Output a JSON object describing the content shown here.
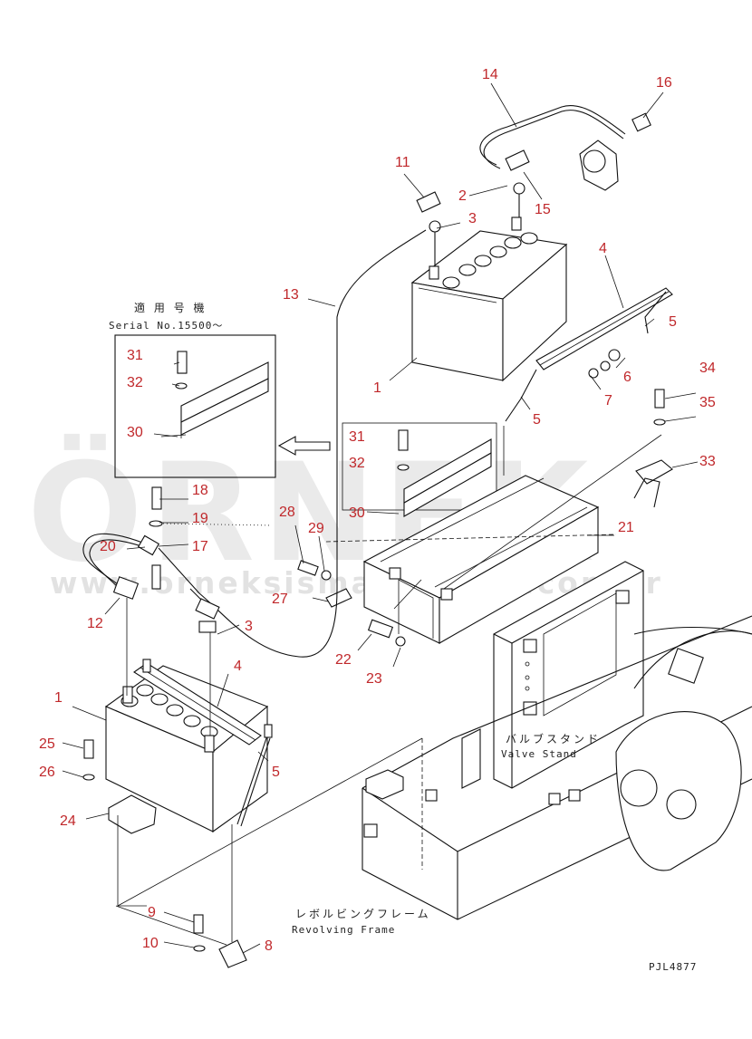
{
  "watermark": {
    "brand": "ÖRNEK",
    "url": "www.orneksismakinalari.com.tr",
    "accent_color": "#f2c94c"
  },
  "inset": {
    "heading_jp": "適 用 号 機",
    "serial": "Serial No.15500～"
  },
  "labels": {
    "valve_stand_jp": "バルブスタンド",
    "valve_stand_en": "Valve Stand",
    "revolving_frame_jp": "レボルビングフレーム",
    "revolving_frame_en": "Revolving Frame",
    "drawing_code": "PJL4877"
  },
  "callouts": {
    "c14": "14",
    "c16": "16",
    "c11": "11",
    "c2": "2",
    "c3a": "3",
    "c15": "15",
    "c4a": "4",
    "c5a": "5",
    "c13": "13",
    "c6": "6",
    "c7": "7",
    "c1a": "1",
    "c5b": "5",
    "c34": "34",
    "c35": "35",
    "c33": "33",
    "c21": "21",
    "c31a": "31",
    "c32a": "32",
    "c30a": "30",
    "c31b": "31",
    "c32b": "32",
    "c30b": "30",
    "c18": "18",
    "c19": "19",
    "c17": "17",
    "c20": "20",
    "c28": "28",
    "c29": "29",
    "c27": "27",
    "c22": "22",
    "c23": "23",
    "c12": "12",
    "c3b": "3",
    "c1b": "1",
    "c4b": "4",
    "c5c": "5",
    "c25": "25",
    "c26": "26",
    "c24": "24",
    "c9": "9",
    "c10": "10",
    "c8": "8"
  }
}
